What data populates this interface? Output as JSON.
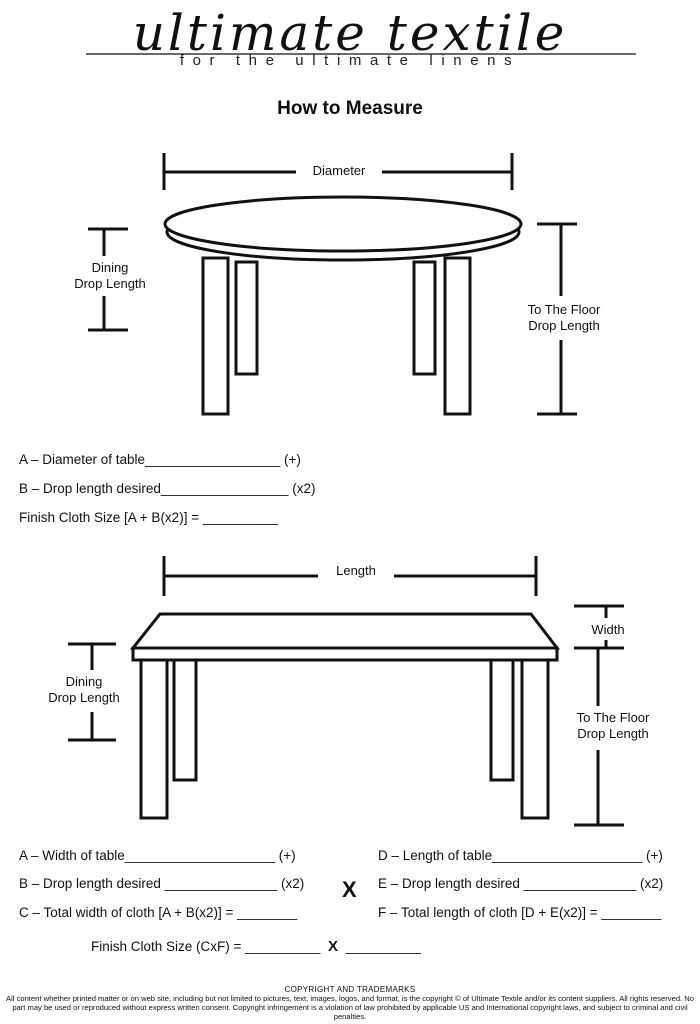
{
  "header": {
    "brand": "ultimate textile",
    "tagline": "for the ultimate linens",
    "title": "How to Measure"
  },
  "round_table": {
    "diameter_label": "Diameter",
    "dining_drop_label": "Dining\nDrop Length",
    "floor_drop_label": "To The Floor\nDrop Length",
    "lines": [
      "A – Diameter of table__________________ (+)",
      "B – Drop length desired_________________ (x2)",
      "Finish Cloth Size [A + B(x2)] = __________"
    ]
  },
  "rect_table": {
    "length_label": "Length",
    "width_label": "Width",
    "dining_drop_label": "Dining\nDrop Length",
    "floor_drop_label": "To The Floor\nDrop Length",
    "left_lines": [
      "A – Width of table____________________ (+)",
      "B – Drop length desired _______________ (x2)",
      "C – Total width of cloth [A + B(x2)] = ________"
    ],
    "right_lines": [
      "D – Length of table____________________ (+)",
      "E – Drop length desired _______________ (x2)",
      "F – Total length of cloth [D + E(x2)] = ________"
    ],
    "times_symbol": "X",
    "finish_prefix": "Finish Cloth Size (CxF) = __________",
    "finish_times": "X",
    "finish_suffix": "__________"
  },
  "footer": {
    "heading": "COPYRIGHT AND TRADEMARKS",
    "text": "All content whether printed matter or on web site, including but not limited to pictures, text, images, logos, and format, is the copyright © of Ultimate Textile and/or its content suppliers.  All rights reserved. No part may be used or reproduced without express written consent. Copyright infringement is a violation of law prohibited by applicable US and International copyright laws, and subject to criminal and civil penalties."
  }
}
